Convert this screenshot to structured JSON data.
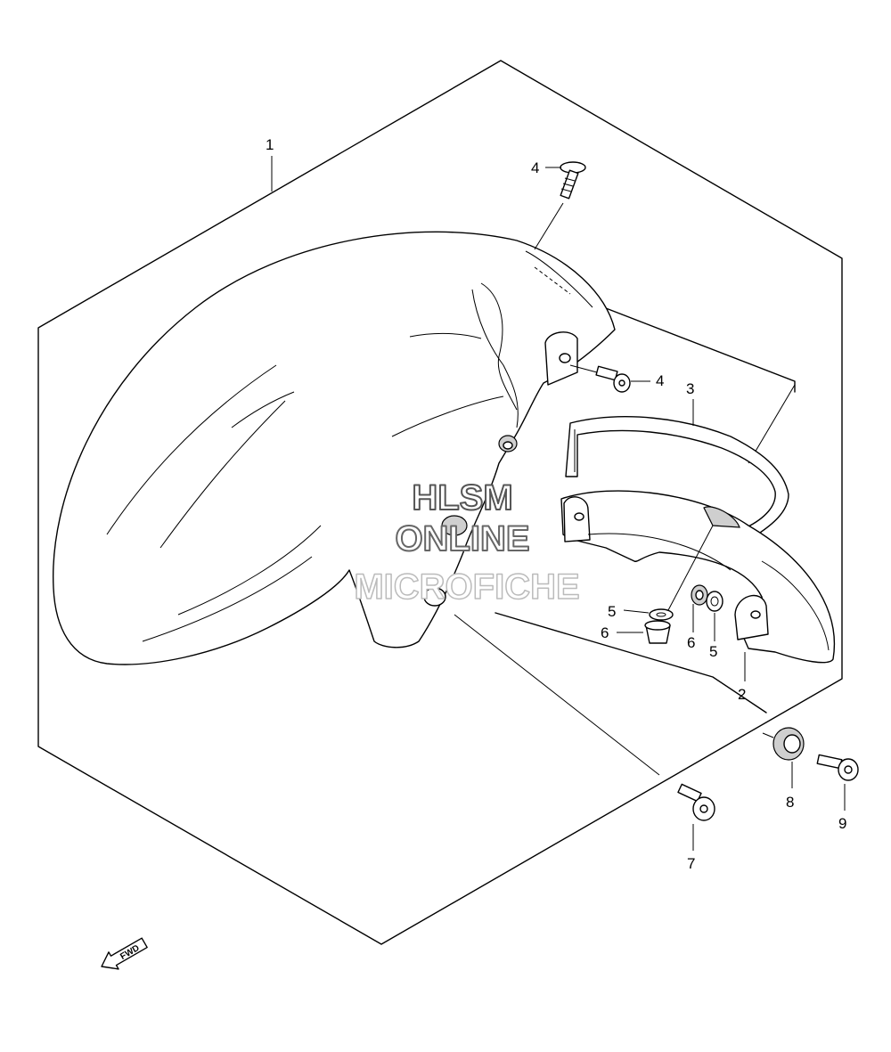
{
  "callouts": [
    {
      "id": "1",
      "label": "1"
    },
    {
      "id": "2",
      "label": "2"
    },
    {
      "id": "3",
      "label": "3"
    },
    {
      "id": "4a",
      "label": "4"
    },
    {
      "id": "4b",
      "label": "4"
    },
    {
      "id": "5a",
      "label": "5"
    },
    {
      "id": "5b",
      "label": "5"
    },
    {
      "id": "6a",
      "label": "6"
    },
    {
      "id": "6b",
      "label": "6"
    },
    {
      "id": "7",
      "label": "7"
    },
    {
      "id": "8",
      "label": "8"
    },
    {
      "id": "9",
      "label": "9"
    }
  ],
  "watermark": {
    "line1": "HLSM",
    "line2": "ONLINE",
    "line3": "MICROFICHE"
  },
  "direction_marker": {
    "label": "FWD"
  }
}
